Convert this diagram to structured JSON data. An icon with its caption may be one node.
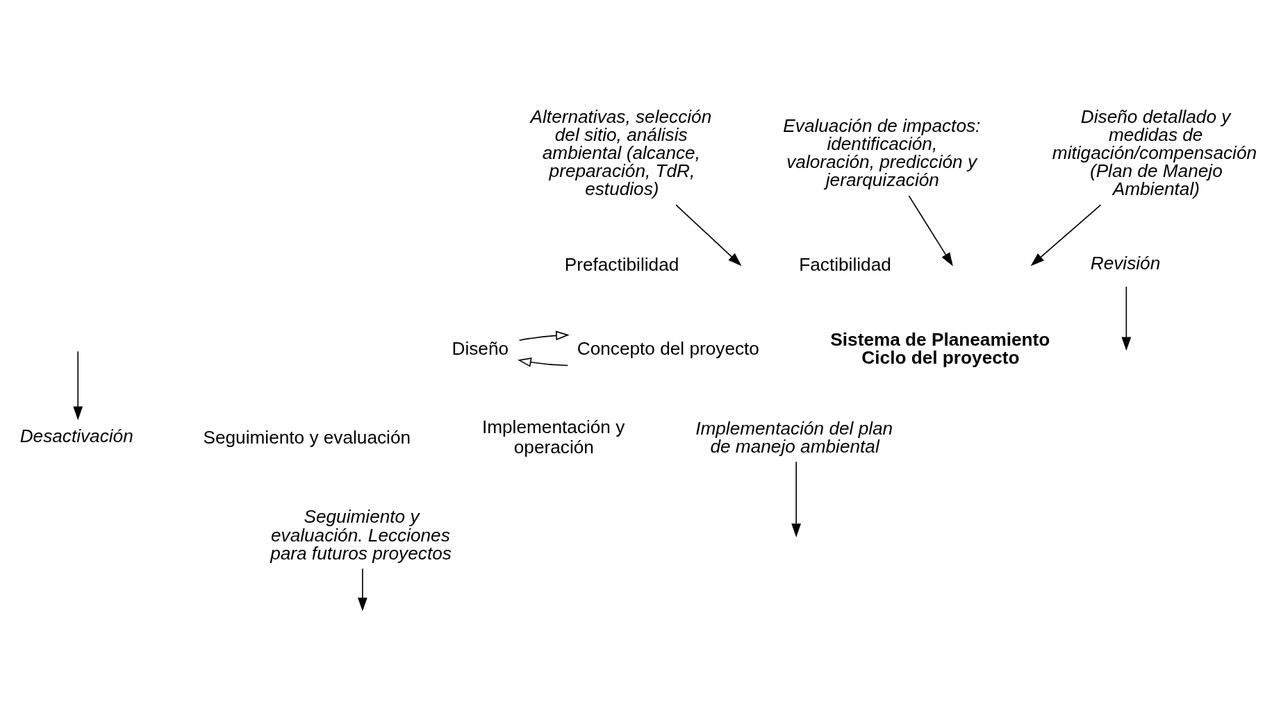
{
  "diagram": {
    "nodes": [
      {
        "text": [
          "Concepto del proyecto"
        ]
      },
      {
        "text": [
          "Diseño"
        ]
      },
      {
        "text": [
          "Evaluación de impactos: identificación, valoración, predicción y jerarquización"
        ]
      },
      {
        "text": [
          "Alternativas, selección del sitio, análisis ambiental (alcance, preparación, TdR, estudios)"
        ]
      },
      {
        "text": [
          "Diseño detallado y medidas de mitigación/compensación (Plan de Manejo Ambiental)"
        ]
      },
      {
        "text": [
          "Revisión"
        ]
      },
      {
        "text": [
          "Implementación del plan de manejo ambiental"
        ]
      },
      {
        "text": [
          "Seguimiento y evaluación. Lecciones para futuros proyectos"
        ]
      },
      {
        "text": [
          "Desactivación"
        ]
      }
    ],
    "edges": [
      {
        "from": 0,
        "to": 1,
        "arrow": "to"
      },
      {
        "from": 1,
        "to": 0,
        "arrow": "to"
      },
      {
        "from": 2,
        "to": null,
        "arrow": "to"
      },
      {
        "from": 3,
        "to": null,
        "arrow": "to"
      },
      {
        "from": 4,
        "to": null,
        "arrow": "to"
      },
      {
        "from": 5,
        "to": null,
        "arrow": "to"
      },
      {
        "from": 6,
        "to": null,
        "arrow": "to"
      },
      {
        "from": 7,
        "to": null,
        "arrow": "to"
      },
      {
        "from": null,
        "to": 8,
        "arrow": "to"
      }
    ],
    "labels": [
      "Prefactibilidad",
      "Factibilidad",
      "Sistema de Planeamiento Ciclo del proyecto",
      "Seguimiento y evaluación",
      "Implementación y operación"
    ]
  }
}
